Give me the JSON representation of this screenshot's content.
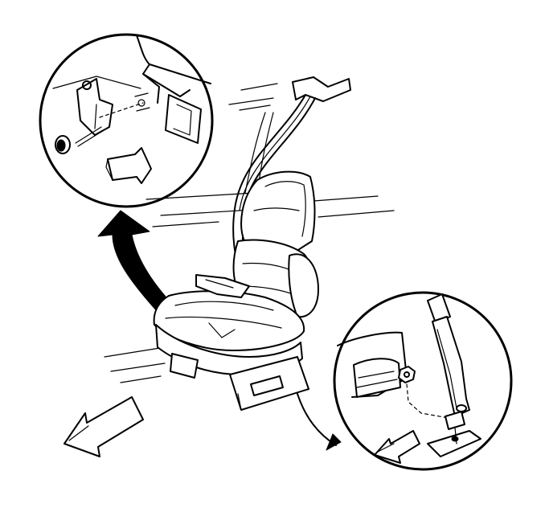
{
  "figure": {
    "description_labels": [],
    "icons": {
      "main": "seat-belt-seat-assembly-illustration",
      "detail_top": "upper-anchor-bolt-detail",
      "detail_bottom": "lower-buckle-anchor-detail"
    },
    "colors": {
      "line": "#000000",
      "background": "#ffffff"
    }
  }
}
